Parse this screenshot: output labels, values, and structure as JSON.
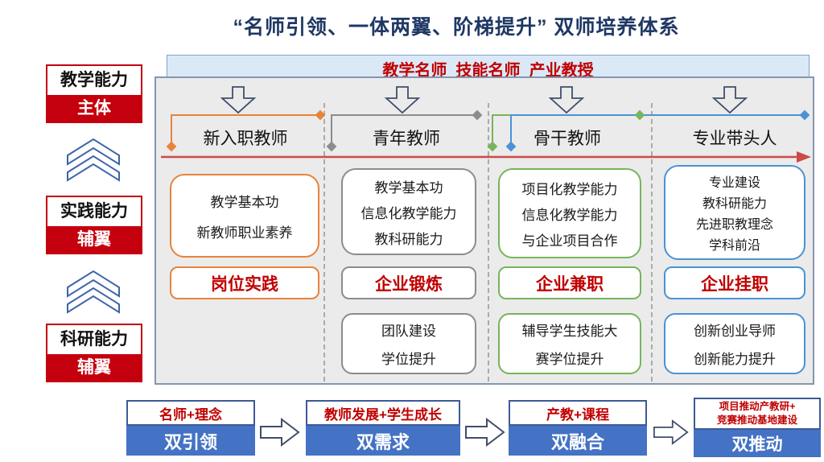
{
  "title": "“名师引领、一体两翼、阶梯提升” 双师培养体系",
  "banner": {
    "label": "教学名师  技能名师  产业教授"
  },
  "sidebar": {
    "items": [
      {
        "ability": "教学能力",
        "role": "主体"
      },
      {
        "ability": "实践能力",
        "role": "辅翼"
      },
      {
        "ability": "科研能力",
        "role": "辅翼"
      }
    ]
  },
  "pipeline": {
    "columns": [
      {
        "header": "新入职教师",
        "accent": "#E8833A",
        "skills": [
          "教学基本功",
          "新教师职业素养"
        ],
        "practice": "岗位实践"
      },
      {
        "header": "青年教师",
        "accent": "#8C8C8C",
        "skills": [
          "教学基本功",
          "信息化教学能力",
          "教科研能力"
        ],
        "practice": "企业锻炼",
        "extras": [
          "团队建设",
          "学位提升"
        ]
      },
      {
        "header": "骨干教师",
        "accent": "#77B55A",
        "skills": [
          "项目化教学能力",
          "信息化教学能力",
          "与企业项目合作"
        ],
        "practice": "企业兼职",
        "extras": [
          "辅导学生技能大",
          "赛学位提升"
        ]
      },
      {
        "header": "专业带头人",
        "accent": "#4B92D6",
        "skills": [
          "专业建设",
          "教科研能力",
          "先进职教理念",
          "学科前沿"
        ],
        "practice": "企业挂职",
        "extras": [
          "创新创业导师",
          "创新能力提升"
        ]
      }
    ]
  },
  "footer": {
    "stages": [
      {
        "theme": [
          "名师+理念"
        ],
        "result": "双引领"
      },
      {
        "theme": [
          "教师发展+学生成长"
        ],
        "result": "双需求"
      },
      {
        "theme": [
          "产教+课程"
        ],
        "result": "双融合"
      },
      {
        "theme": [
          "项目推动产教研+",
          "竞赛推动基地建设"
        ],
        "result": "双推动"
      }
    ]
  },
  "colors": {
    "title_navy": "#1F3864",
    "red_text": "#C00000",
    "sidebar_red": "#C5000E",
    "banner_fill": "#DBE9F7",
    "panel_fill": "#EBEBEB",
    "footer_blue": "#4472C4",
    "timeline_red": "#CB4A47",
    "chevron_blue": "#3C64A8"
  }
}
